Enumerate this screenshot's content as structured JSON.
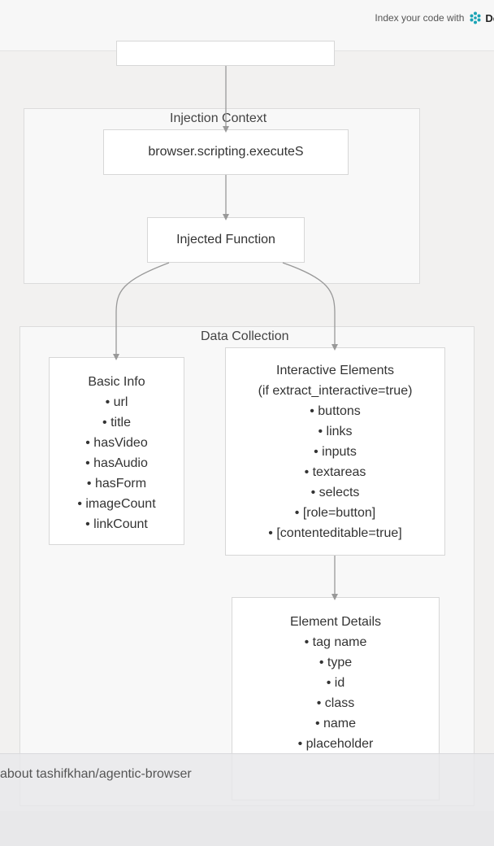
{
  "header": {
    "index_text": "Index your code with",
    "brand_text": "De",
    "brand_color": "#1aa3b5"
  },
  "diagram": {
    "clusters": {
      "injection_context": "Injection Context",
      "data_collection": "Data Collection"
    },
    "nodes": {
      "execute_script": "browser.scripting.executeS",
      "injected_function": "Injected Function",
      "basic_info": {
        "title": "Basic Info",
        "items": [
          "• url",
          "• title",
          "• hasVideo",
          "• hasAudio",
          "• hasForm",
          "• imageCount",
          "• linkCount"
        ]
      },
      "interactive_elements": {
        "title": "Interactive Elements",
        "subtitle": "(if extract_interactive=true)",
        "items": [
          "• buttons",
          "• links",
          "• inputs",
          "• textareas",
          "• selects",
          "• [role=button]",
          "• [contenteditable=true]"
        ]
      },
      "element_details": {
        "title": "Element Details",
        "items": [
          "• tag name",
          "• type",
          "• id",
          "• class",
          "• name",
          "• placeholder"
        ]
      }
    }
  },
  "ask_bar": {
    "text": "about tashifkhan/agentic-browser"
  }
}
